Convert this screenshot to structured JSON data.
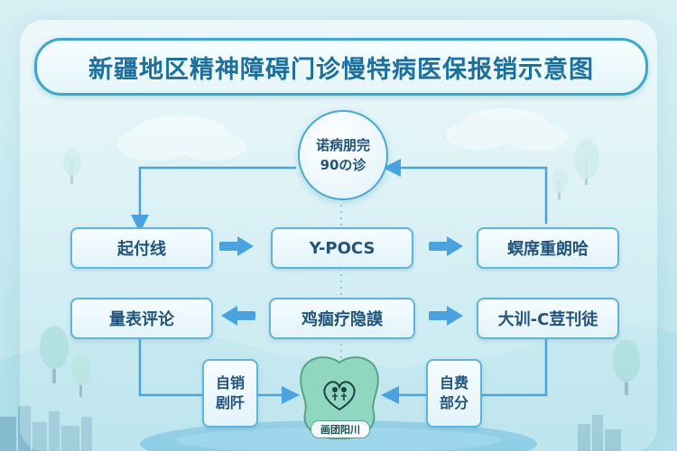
{
  "title": "新疆地区精神障碍门诊慢特病医保报销示意图",
  "circle": {
    "line1": "诺病朋完",
    "line2": "90の诊"
  },
  "boxes": {
    "left_top": "起付线",
    "center_top": "Y-POCS",
    "right_top": "螟席重朗哈",
    "left_mid": "量表评论",
    "center_mid": "鸡痼疗隐謨",
    "right_mid": "大训-C荳刊徒",
    "bottom_left_line1": "自销",
    "bottom_left_line2": "剧阡",
    "bottom_right_line1": "自费",
    "bottom_right_line2": "部分"
  },
  "badge": {
    "label": "画团阳川"
  },
  "colors": {
    "accent": "#3aa9c9",
    "arrow": "#4aa3df",
    "connector": "#7cc0e0",
    "badge_fill": "#8fd8bf",
    "title_text": "#1d6f9e"
  }
}
